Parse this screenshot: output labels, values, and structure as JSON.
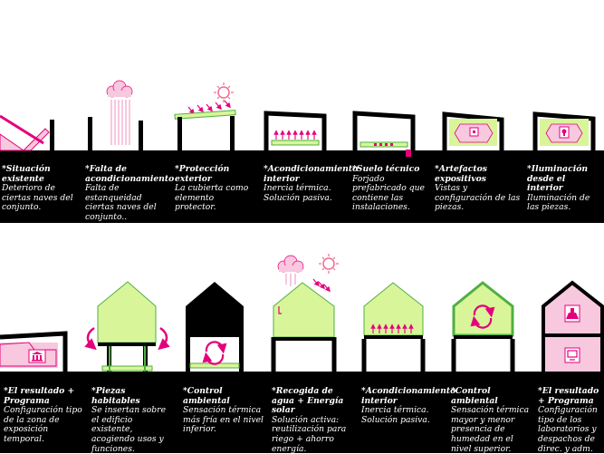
{
  "colors": {
    "lime": "#d9f59a",
    "green": "#4fb040",
    "pink": "#e4007c",
    "pinkLight": "#f7c8de",
    "sunPink": "#f06b8e",
    "black": "#000000"
  },
  "row1": [
    {
      "title": "*Situación existente",
      "body": "Deterioro de ciertas naves del conjunto."
    },
    {
      "title": "*Falta de acondicionamiento",
      "body": "Falta de estanqueidad ciertas naves del conjunto.."
    },
    {
      "title": "*Protección exterior",
      "body": "La cubierta como elemento protector."
    },
    {
      "title": "*Acondicionamiento interior",
      "body": "Inercia térmica. Solución pasiva."
    },
    {
      "title": "*Suelo técnico",
      "body": "Forjado prefabricado que contiene las instalaciones."
    },
    {
      "title": "*Artefactos expositivos",
      "body": "Vistas y configuración de las piezas."
    },
    {
      "title": "*Iluminación desde el interior",
      "body": "Iluminación de las piezas."
    }
  ],
  "row2": [
    {
      "title": "*El resultado + Programa",
      "body": "Configuración tipo de la zona de exposición temporal."
    },
    {
      "title": "*Piezas habitables",
      "body": "Se insertan sobre el edificio existente, acogiendo usos y funciones."
    },
    {
      "title": "*Control ambiental",
      "body": "Sensación térmica más fría en el nivel inferior."
    },
    {
      "title": "*Recogida de agua + Energía solar",
      "body": "Solución activa: reutilización para riego + ahorro energía."
    },
    {
      "title": "*Acondicionamiento interior",
      "body": "Inercia térmica. Solución pasiva."
    },
    {
      "title": "*Control ambiental",
      "body": "Sensación térmica mayor y menor presencia de humedad en el nivel superior."
    },
    {
      "title": "*El resultado + Programa",
      "body": "Configuración tipo de los laboratorios y despachos de direc. y adm."
    }
  ]
}
